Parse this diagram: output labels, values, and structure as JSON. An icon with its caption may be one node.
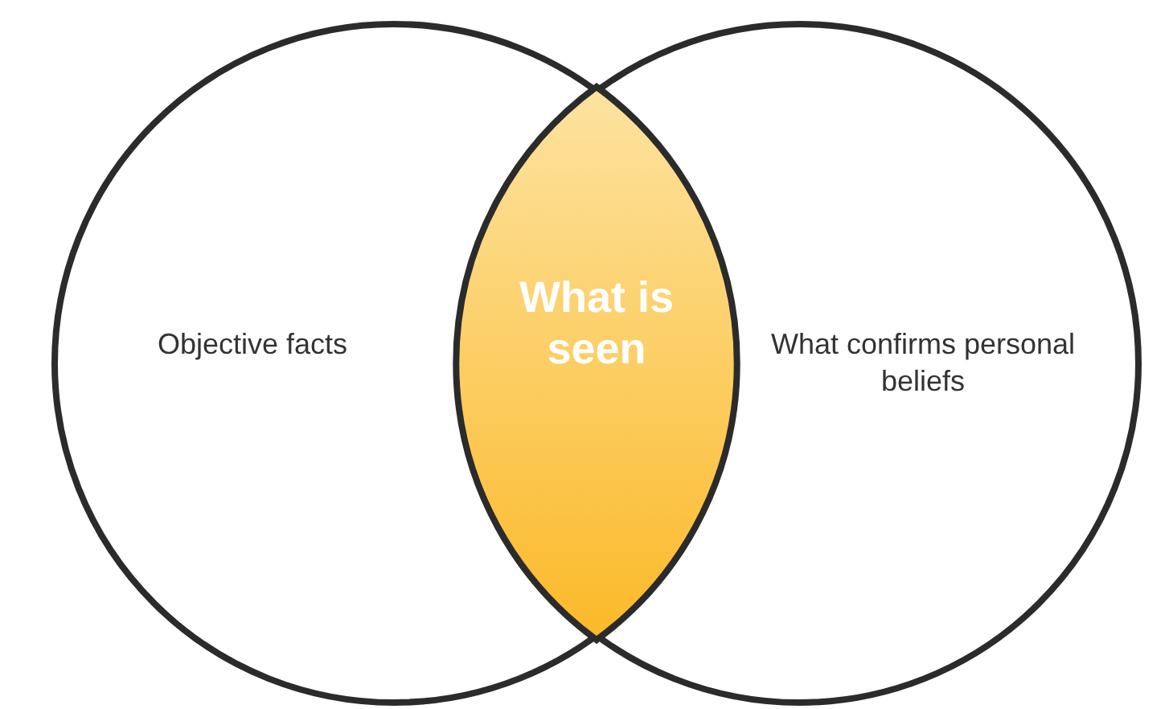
{
  "diagram": {
    "nodes": [
      {
        "text": [
          "Objective facts"
        ]
      },
      {
        "text": [
          "What confirms personal beliefs"
        ]
      },
      {
        "text": [
          "What is seen"
        ]
      }
    ],
    "edges": []
  }
}
